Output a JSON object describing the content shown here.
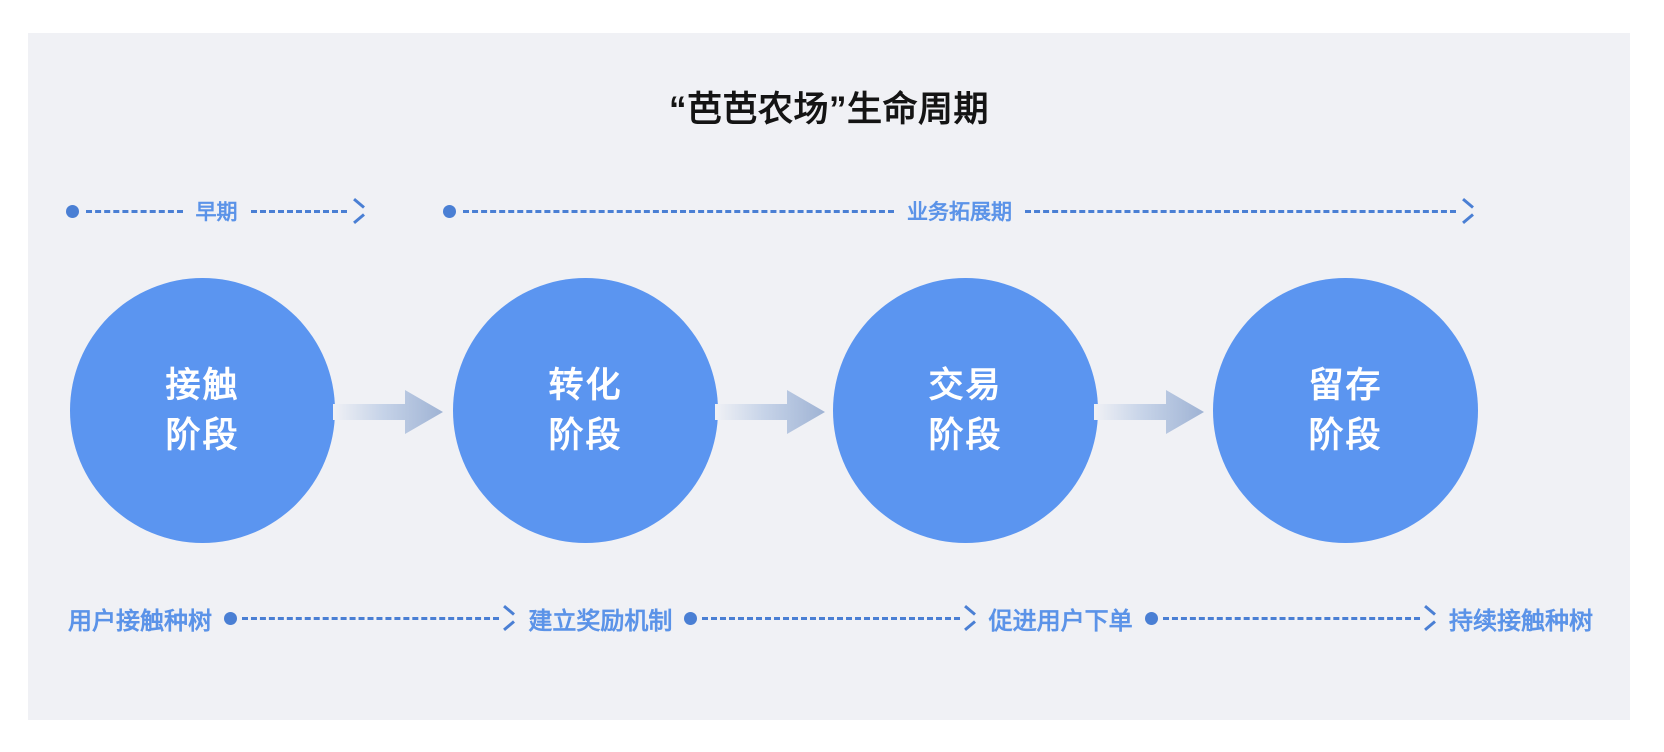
{
  "chart_data": {
    "type": "diagram",
    "title": "“芭芭农场”生命周期",
    "diagram_kind": "lifecycle-flow",
    "phases": [
      {
        "label": "早期",
        "spans_stages": [
          0
        ]
      },
      {
        "label": "业务拓展期",
        "spans_stages": [
          1,
          2,
          3
        ]
      }
    ],
    "stages": [
      {
        "line1": "接触",
        "line2": "阶段",
        "action": "用户接触种树"
      },
      {
        "line1": "转化",
        "line2": "阶段",
        "action": "建立奖励机制"
      },
      {
        "line1": "交易",
        "line2": "阶段",
        "action": "促进用户下单"
      },
      {
        "line1": "留存",
        "line2": "阶段",
        "action": "持续接触种树"
      }
    ],
    "colors": {
      "panel_background": "#F0F1F5",
      "circle_fill": "#5B95F0",
      "circle_text": "#FFFFFF",
      "label_blue": "#5B93E8",
      "dash_blue": "#4A7FD4",
      "arrow_gradient_start": "#F0F1F5",
      "arrow_gradient_end": "#9FB3D4",
      "title_text": "#141414"
    }
  },
  "panel": {
    "title": "“芭芭农场”生命周期",
    "phases": [
      {
        "label": "早期"
      },
      {
        "label": "业务拓展期"
      }
    ],
    "stages": [
      {
        "line1": "接触",
        "line2": "阶段"
      },
      {
        "line1": "转化",
        "line2": "阶段"
      },
      {
        "line1": "交易",
        "line2": "阶段"
      },
      {
        "line1": "留存",
        "line2": "阶段"
      }
    ],
    "actions": [
      {
        "label": "用户接触种树"
      },
      {
        "label": "建立奖励机制"
      },
      {
        "label": "促进用户下单"
      },
      {
        "label": "持续接触种树"
      }
    ]
  }
}
